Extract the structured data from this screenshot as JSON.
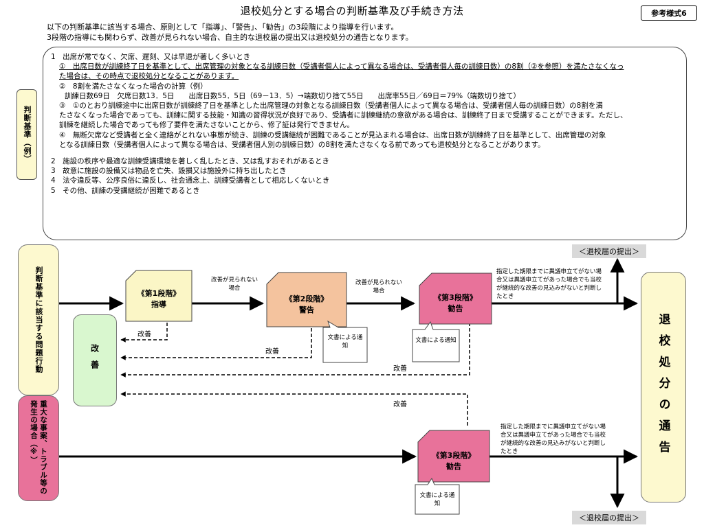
{
  "title": "退校処分とする場合の判断基準及び手続き方法",
  "ref_label": "参考様式6",
  "intro": [
    "以下の判断基準に該当する場合、原則として「指導」、「警告」、「勧告」の3段階により指導を行います。",
    "3段階の指導にも関わらず、改善が見られない場合、自主的な退校届の提出又は退校処分の通告となります。"
  ],
  "criteria": {
    "label": "判断基準（例）",
    "item1": "1　出席が常でなく、欠席、遅刻、又は早退が著しく多いとき",
    "item1_sub1_a": "①　出席日数が訓練終了日を基準として、出席管理の対象となる訓練日数（受講者個人によって異なる場合は、受講者個人毎の訓練日数）の8割（②を参照）を満たさなくなっ",
    "item1_sub1_b": "た場合は、その時点で退校処分となることがあります。",
    "item1_sub2": "②　8割を満たさなくなった場合の計算（例）",
    "item1_sub2_calc": "訓練日数69日　欠席日数13．5日　　出席日数55．5日（69－13．5）→端数切り捨て55日　　出席率55日／69日＝79%（端数切り捨て）",
    "item1_sub3_a": "③　①のとおり訓練途中に出席日数が訓練終了日を基準とした出席管理の対象となる訓練日数（受講者個人によって異なる場合は、受講者個人毎の訓練日数）の8割を満",
    "item1_sub3_b": "たさなくなった場合であっても、訓練に関する技能・知識の習得状況が良好であり、受講者に訓練継続の意欲がある場合は、訓練終了日まで受講することができます。ただし、",
    "item1_sub3_c": "訓練を継続した場合であっても修了要件を満たさないことから、修了証は発行できません。",
    "item1_sub4_a": "④　無断欠席など受講者と全く連絡がとれない事態が続き、訓練の受講継続が困難であることが見込まれる場合は、出席日数が訓練終了日を基準として、出席管理の対象",
    "item1_sub4_b": "となる訓練日数（受講者個人によって異なる場合は、受講者個人別の訓練日数）の8割を満たさなくなる前であっても退校処分となることがあります。",
    "item2": "2　施設の秩序や最適な訓練受講環境を著しく乱したとき、又は乱すおそれがあるとき",
    "item3": "3　故意に施設の設備又は物品を亡失、毀損又は施設外に持ち出したとき",
    "item4": "4　法令違反等、公序良俗に違反し、社会通念上、訓練受講者として相応しくないとき",
    "item5": "5　その他、訓練の受講継続が困難であるとき"
  },
  "flow": {
    "left_criteria": "判断基準に該当する問題行動",
    "left_serious": "重大な事案、トラブル等の発生の場合（※）",
    "kaizen_box": "改善",
    "stage1": {
      "line1": "《第1段階》",
      "line2": "指導",
      "color": "#fbf6c6"
    },
    "stage2": {
      "line1": "《第2段階》",
      "line2": "警告",
      "color": "#f4c39e"
    },
    "stage3": {
      "line1": "《第3段階》",
      "line2": "勧告",
      "color": "#e8729a"
    },
    "stage3b": {
      "line1": "《第3段階》",
      "line2": "勧告",
      "color": "#e8729a"
    },
    "no_improve_1": "改善が見られない場合",
    "no_improve_2": "改善が見られない場合",
    "callout_written_1": "文書による通知",
    "callout_written_2": "文書による通知",
    "callout_written_3": "文書による通知",
    "improve_1": "改善",
    "improve_2": "改善",
    "improve_3": "改善",
    "improve_4": "改善",
    "deadline_note_1": "指定した期限までに異議申立てがない場合又は異議申立てがあった場合でも当校が継続的な改善の見込みがないと判断したとき",
    "deadline_note_2": "指定した期限までに異議申立てがない場合又は異議申立てがあった場合でも当校が継続的な改善の見込みがないと判断したとき",
    "withdraw_top": "＜退校届の提出＞",
    "withdraw_bottom": "＜退校届の提出＞",
    "expulsion": "退校処分の通告"
  }
}
